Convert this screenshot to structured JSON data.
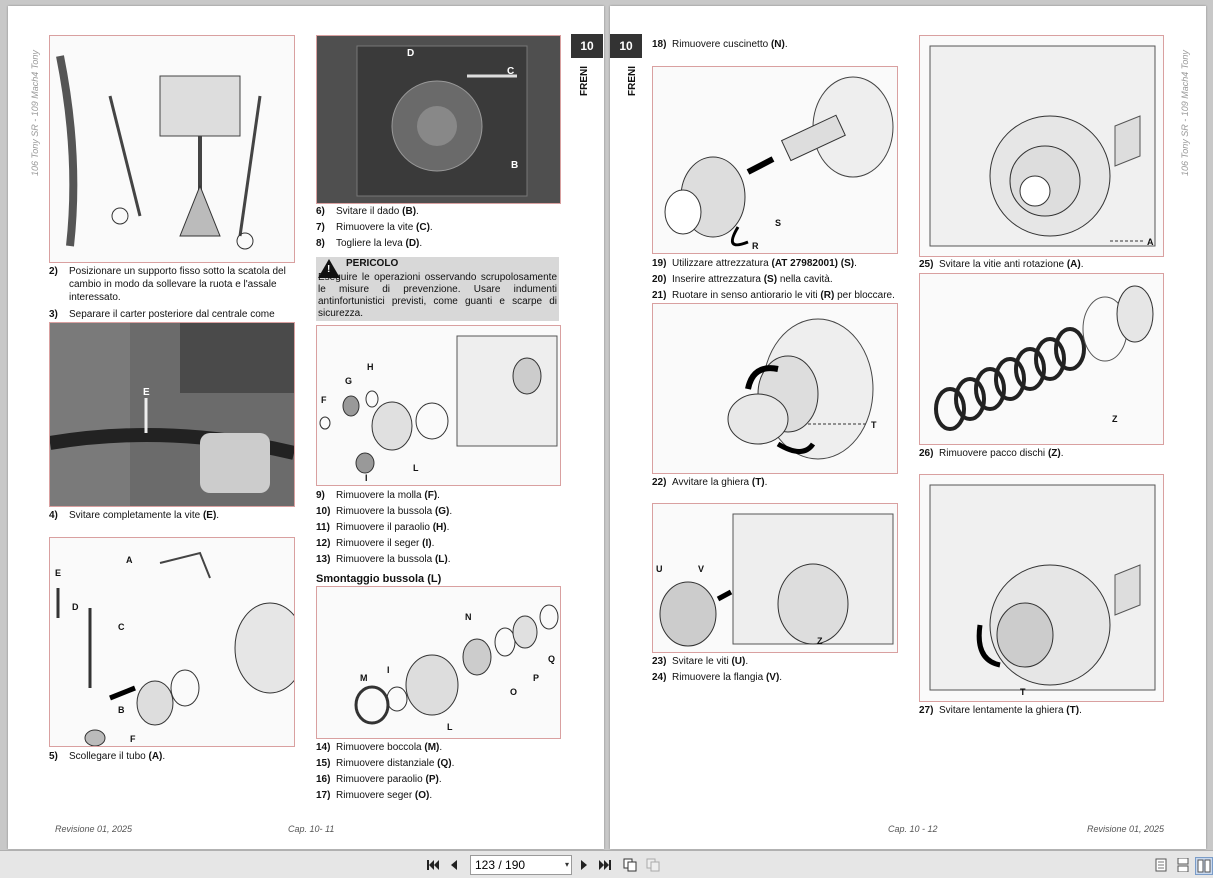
{
  "viewer": {
    "page_indicator": "123 / 190",
    "icons": [
      "first-page-icon",
      "prev-page-icon",
      "next-page-icon",
      "last-page-icon",
      "copy-icon",
      "copy-disabled-icon",
      "single-page-icon",
      "continuous-icon",
      "two-page-icon"
    ]
  },
  "left_page": {
    "side_label": "106 Tony SR - 109 Mach4 Tony",
    "footer_left": "Revisione 01, 2025",
    "footer_right": "Cap. 10- 11",
    "chapter_num": "10",
    "chapter_label": "FRENI",
    "steps_a": [
      {
        "n": "2)",
        "text": "Posizionare un supporto fisso sotto la scatola del cambio in modo da sollevare la ruota e l'assale interessato."
      },
      {
        "n": "3)",
        "text": "Separare il carter posteriore dal centrale come descritto nel relativo capitolo."
      }
    ],
    "step4": {
      "n": "4)",
      "text": "Svitare completamente la vite ",
      "ref": "(E)",
      "end": "."
    },
    "step5": {
      "n": "5)",
      "text": "Scollegare il tubo ",
      "ref": "(A)",
      "end": "."
    },
    "steps_b": [
      {
        "n": "6)",
        "text": "Svitare il dado ",
        "ref": "(B)",
        "end": "."
      },
      {
        "n": "7)",
        "text": "Rimuovere la vite ",
        "ref": "(C)",
        "end": "."
      },
      {
        "n": "8)",
        "text": "Togliere la leva ",
        "ref": "(D)",
        "end": "."
      }
    ],
    "warning": {
      "title": "PERICOLO",
      "text": "Eseguire le operazioni osservando scrupolosamente le misure di prevenzione. Usare indumenti antinfortunistici previsti, come guanti e scarpe di sicurezza."
    },
    "steps_c": [
      {
        "n": "9)",
        "text": "Rimuovere la molla ",
        "ref": "(F)",
        "end": "."
      },
      {
        "n": "10)",
        "text": "Rimuovere la bussola ",
        "ref": "(G)",
        "end": "."
      },
      {
        "n": "11)",
        "text": "Rimuovere il paraolio ",
        "ref": "(H)",
        "end": "."
      },
      {
        "n": "12)",
        "text": "Rimuovere il seger ",
        "ref": "(I)",
        "end": "."
      },
      {
        "n": "13)",
        "text": "Rimuovere la bussola ",
        "ref": "(L)",
        "end": "."
      }
    ],
    "subheading": "Smontaggio bussola (L)",
    "steps_d": [
      {
        "n": "14)",
        "text": "Rimuovere boccola ",
        "ref": "(M)",
        "end": "."
      },
      {
        "n": "15)",
        "text": "Rimuovere distanziale ",
        "ref": "(Q)",
        "end": "."
      },
      {
        "n": "16)",
        "text": "Rimuovere paraolio ",
        "ref": "(P)",
        "end": "."
      },
      {
        "n": "17)",
        "text": "Rimuovere seger ",
        "ref": "(O)",
        "end": "."
      }
    ],
    "fig_labels": {
      "fig_top_mid": [
        "D",
        "C",
        "B"
      ],
      "fig_mid_left": [
        "E"
      ],
      "fig_bottom_left": [
        "A",
        "E",
        "D",
        "C",
        "B",
        "F"
      ],
      "fig_center": [
        "G",
        "H",
        "F",
        "L",
        "I"
      ],
      "fig_bush": [
        "N",
        "M",
        "I",
        "Q",
        "P",
        "O",
        "L"
      ]
    }
  },
  "right_page": {
    "side_label": "106 Tony SR - 109 Mach4 Tony",
    "footer_left": "Cap. 10 - 12",
    "footer_right": "Revisione 01, 2025",
    "chapter_num": "10",
    "chapter_label": "FRENI",
    "step18": {
      "n": "18)",
      "text": "Rimuovere cuscinetto ",
      "ref": "(N)",
      "end": "."
    },
    "steps_e": [
      {
        "n": "19)",
        "text": "Utilizzare attrezzatura ",
        "ref": "(AT 27982001) (S)",
        "end": "."
      },
      {
        "n": "20)",
        "text": "Inserire attrezzatura ",
        "ref": "(S)",
        "end": " nella cavità."
      },
      {
        "n": "21)",
        "text": "Ruotare in senso antiorario le viti ",
        "ref": "(R)",
        "end": " per bloccare."
      }
    ],
    "step22": {
      "n": "22)",
      "text": "Avvitare la ghiera ",
      "ref": "(T)",
      "end": "."
    },
    "steps_f": [
      {
        "n": "23)",
        "text": "Svitare le viti ",
        "ref": "(U)",
        "end": "."
      },
      {
        "n": "24)",
        "text": "Rimuovere la flangia ",
        "ref": "(V)",
        "end": "."
      }
    ],
    "step25": {
      "n": "25)",
      "text": "Svitare la vitie anti rotazione ",
      "ref": "(A)",
      "end": "."
    },
    "step26": {
      "n": "26)",
      "text": "Rimuovere pacco dischi ",
      "ref": "(Z)",
      "end": "."
    },
    "step27": {
      "n": "27)",
      "text": "Svitare lentamente la ghiera ",
      "ref": "(T)",
      "end": "."
    },
    "fig_labels": {
      "fig_tool": [
        "S",
        "R"
      ],
      "fig_ring": [
        "T"
      ],
      "fig_flange": [
        "U",
        "V",
        "Z"
      ],
      "fig_housing_a": [
        "A"
      ],
      "fig_discs": [
        "Z"
      ],
      "fig_housing_t": [
        "T"
      ]
    }
  }
}
